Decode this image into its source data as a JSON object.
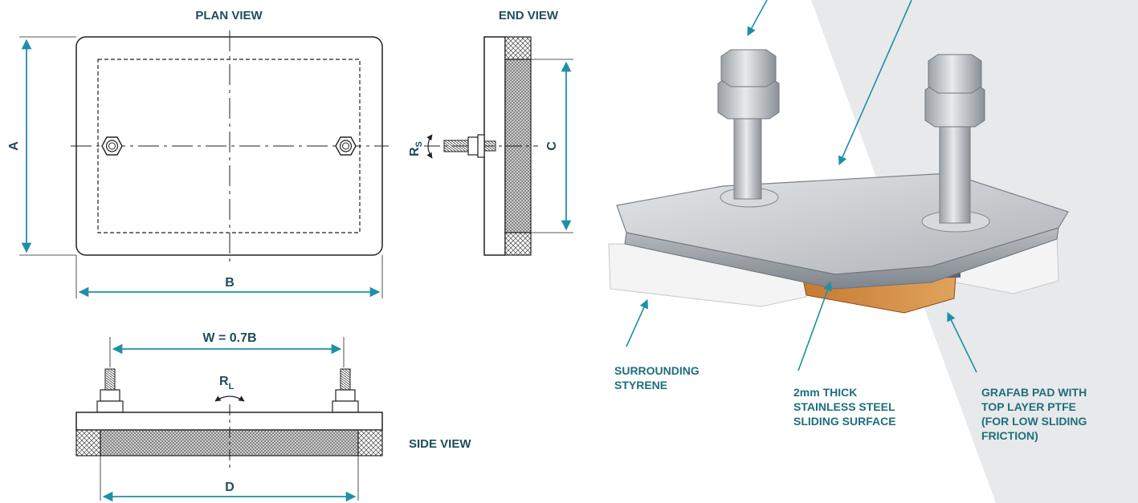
{
  "views": {
    "plan": "PLAN VIEW",
    "end": "END VIEW",
    "side": "SIDE VIEW"
  },
  "dimensions": {
    "a": "A",
    "b": "B",
    "c": "C",
    "d": "D",
    "w": "W = 0.7B",
    "rs_main": "R",
    "rs_sub": "S",
    "rl_main": "R",
    "rl_sub": "L"
  },
  "callouts": {
    "styrene": [
      "SURROUNDING",
      "STYRENE"
    ],
    "steel": [
      "2mm THICK",
      "STAINLESS STEEL",
      "SLIDING SURFACE"
    ],
    "grafab": [
      "GRAFAB PAD WITH",
      "TOP LAYER PTFE",
      "(FOR LOW SLIDING",
      "FRICTION)"
    ]
  },
  "colors": {
    "accent": "#1e8fa8",
    "label": "#1e4d5b",
    "callout": "#1e6f7c",
    "background_panel": "#e8e9eb"
  }
}
